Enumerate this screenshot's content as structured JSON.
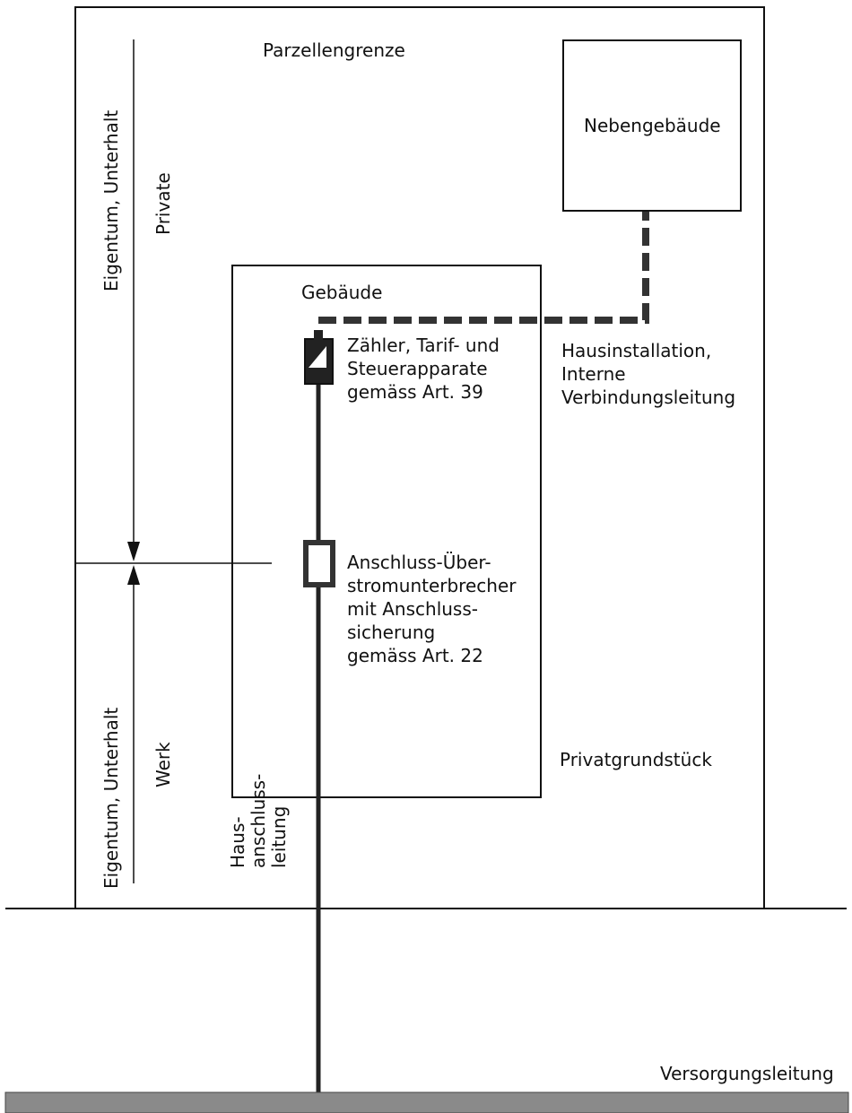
{
  "labels": {
    "parcel_boundary": "Parzellengrenze",
    "outbuilding": "Nebengebäude",
    "building": "Gebäude",
    "meters": [
      "Zähler, Tarif- und",
      "Steuerapparate",
      "gemäss Art. 39"
    ],
    "house_installation": [
      "Hausinstallation,",
      "Interne",
      "Verbindungsleitung"
    ],
    "connection_breaker": [
      "Anschluss-Über-",
      "stromunterbrecher",
      "mit Anschluss-",
      "sicherung",
      "gemäss Art. 22"
    ],
    "private_property": "Privatgrundstück",
    "supply_line": "Versorgungsleitung",
    "ownership_private": "Eigentum, Unterhalt",
    "private": "Private",
    "ownership_utility": "Eigentum, Unterhalt",
    "utility": "Werk",
    "service_line": [
      "Haus-",
      "anschluss-",
      "leitung"
    ]
  },
  "colors": {
    "line": "#111111",
    "supply_pipe_fill": "#8a8a8a",
    "meter_fill": "#222222"
  }
}
